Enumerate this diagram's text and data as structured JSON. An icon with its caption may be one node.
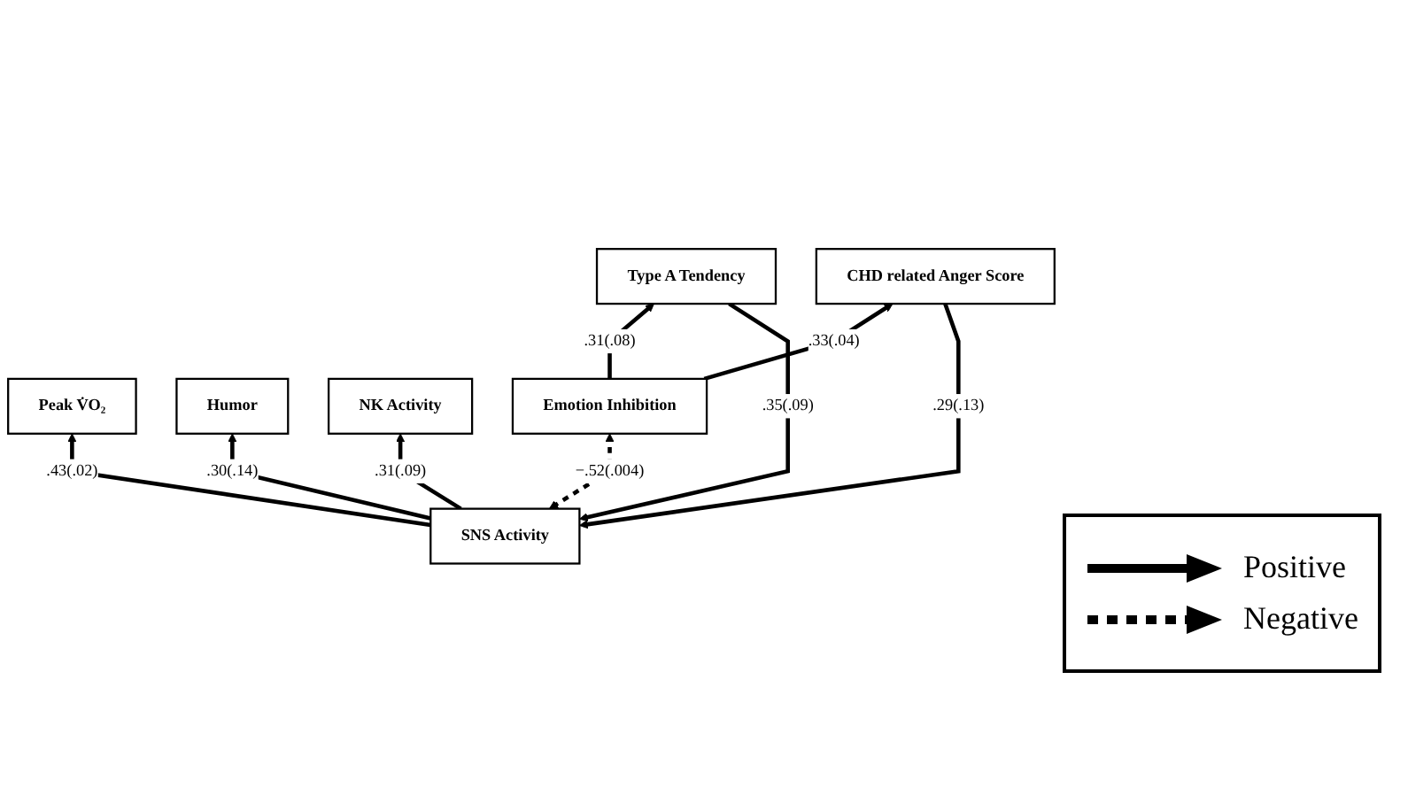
{
  "diagram": {
    "nodes": [
      {
        "text": [
          "Peak V̇O₂"
        ]
      },
      {
        "text": [
          "Humor"
        ]
      },
      {
        "text": [
          "SNS Activity"
        ]
      },
      {
        "text": [
          "NK Activity"
        ]
      },
      {
        "text": [
          "Type A Tendency"
        ]
      },
      {
        "text": [
          "CHD related Anger Score"
        ]
      },
      {
        "text": [
          "Emotion Inhibition"
        ]
      }
    ],
    "edges": [
      {
        "from": 2,
        "to": 1,
        "arrow": "to",
        "label": ".30(.14)"
      },
      {
        "from": 2,
        "to": 0,
        "arrow": "to",
        "label": ".43(.02)"
      },
      {
        "from": 2,
        "to": 3,
        "arrow": "to",
        "label": ".31(.09)"
      },
      {
        "from": 4,
        "to": 2,
        "arrow": "to",
        "label": ".35(.09)"
      },
      {
        "from": 5,
        "to": 2,
        "arrow": "to",
        "label": ".29(.13)"
      },
      {
        "from": 2,
        "to": 6,
        "arrow": "both",
        "label": "−.52(.004)",
        "style": "dashed"
      },
      {
        "from": 6,
        "to": 4,
        "arrow": "to",
        "label": ".31(.08)"
      },
      {
        "from": 6,
        "to": 5,
        "arrow": "to",
        "label": ".33(.04)"
      }
    ],
    "legend": [
      {
        "text": "Positive"
      },
      {
        "text": "Negative"
      }
    ]
  }
}
